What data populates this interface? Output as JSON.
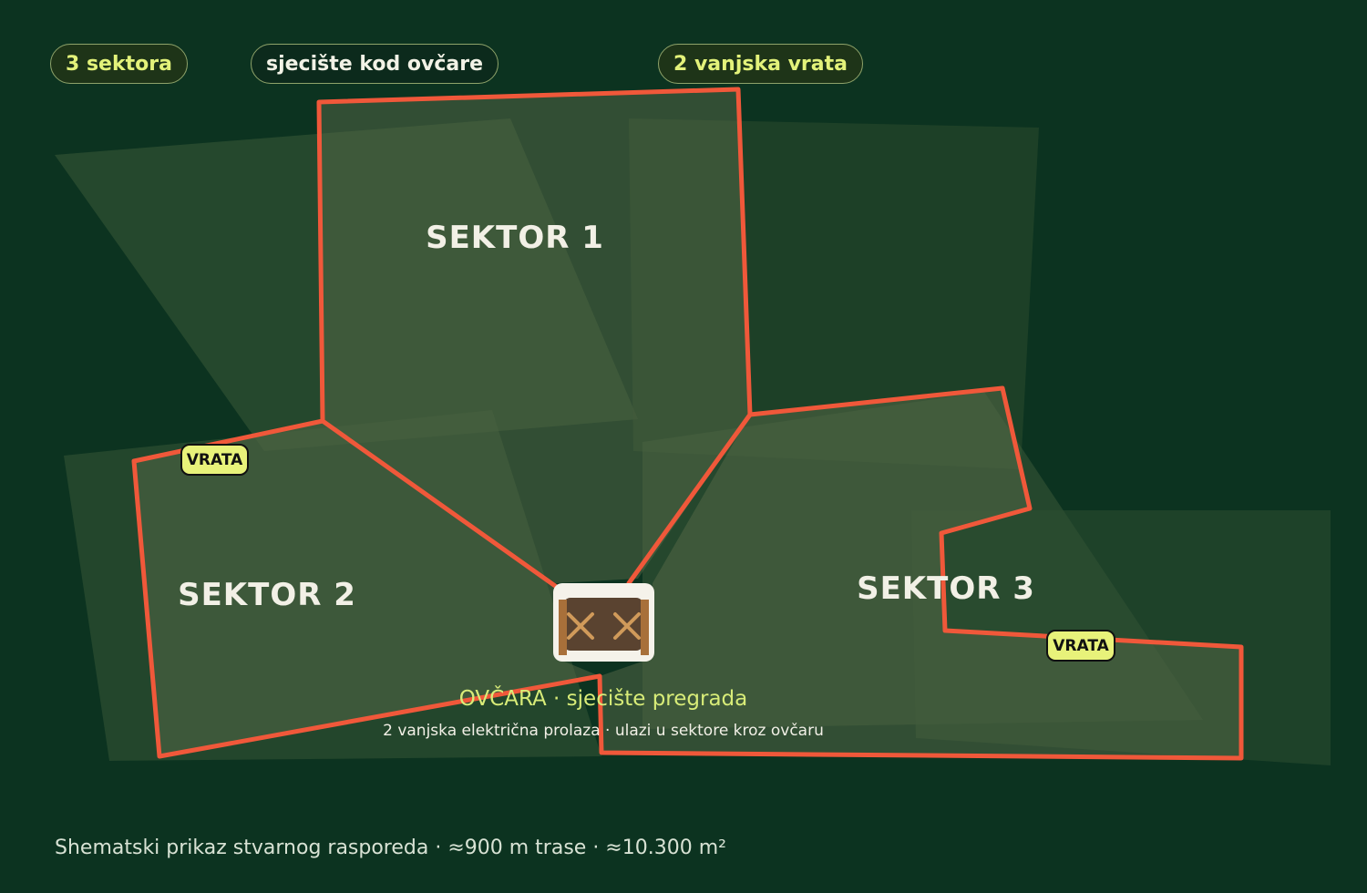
{
  "badges": {
    "sectors": "3 sektora",
    "junction": "sjecište kod ovčare",
    "gates": "2 vanjska vrata"
  },
  "sectors": [
    {
      "label": "SEKTOR 1"
    },
    {
      "label": "SEKTOR 2"
    },
    {
      "label": "SEKTOR 3"
    }
  ],
  "gates": [
    {
      "label": "VRATA"
    },
    {
      "label": "VRATA"
    }
  ],
  "pen": {
    "title": "OVČARA · sjecište pregrada",
    "subtitle": "2 vanjska električna prolaza · ulazi u sektore kroz ovčaru"
  },
  "footer": "Shematski prikaz stvarnog rasporeda · ≈900 m trase · ≈10.300 m²",
  "colors": {
    "background": "#0c3320",
    "fence": "#f0583a",
    "accent": "#e3f27a",
    "gate_fill": "#e8f27a",
    "label": "#f2f0e6",
    "pen_wood": "#5a4330",
    "pen_frame": "#a8703a",
    "pen_cross": "#d09a5a"
  },
  "icons": {
    "pen": "sheep-pen-icon"
  }
}
